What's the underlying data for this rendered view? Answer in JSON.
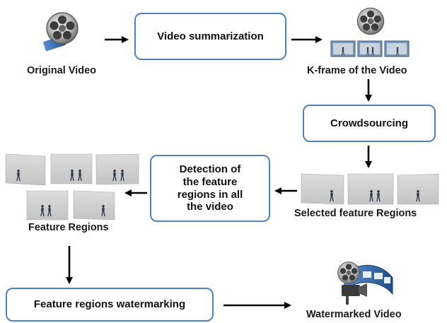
{
  "nodes": {
    "original_video": "Original Video",
    "video_summarization": "Video summarization",
    "kframe_video": "K-frame of the Video",
    "crowdsourcing": "Crowdsourcing",
    "selected_regions": "Selected feature Regions",
    "detection": [
      "Detection of",
      "the feature",
      "regions in all",
      "the video"
    ],
    "feature_regions": "Feature Regions",
    "watermarking": "Feature regions watermarking",
    "watermarked_video": "Watermarked Video"
  },
  "colors": {
    "box_border": "#4f81bd",
    "arrow": "#000000",
    "thumb_bg": "#d4d4d4"
  },
  "icons": [
    "film-reel-icon",
    "film-reel-icon",
    "film-strip-camera-icon"
  ]
}
